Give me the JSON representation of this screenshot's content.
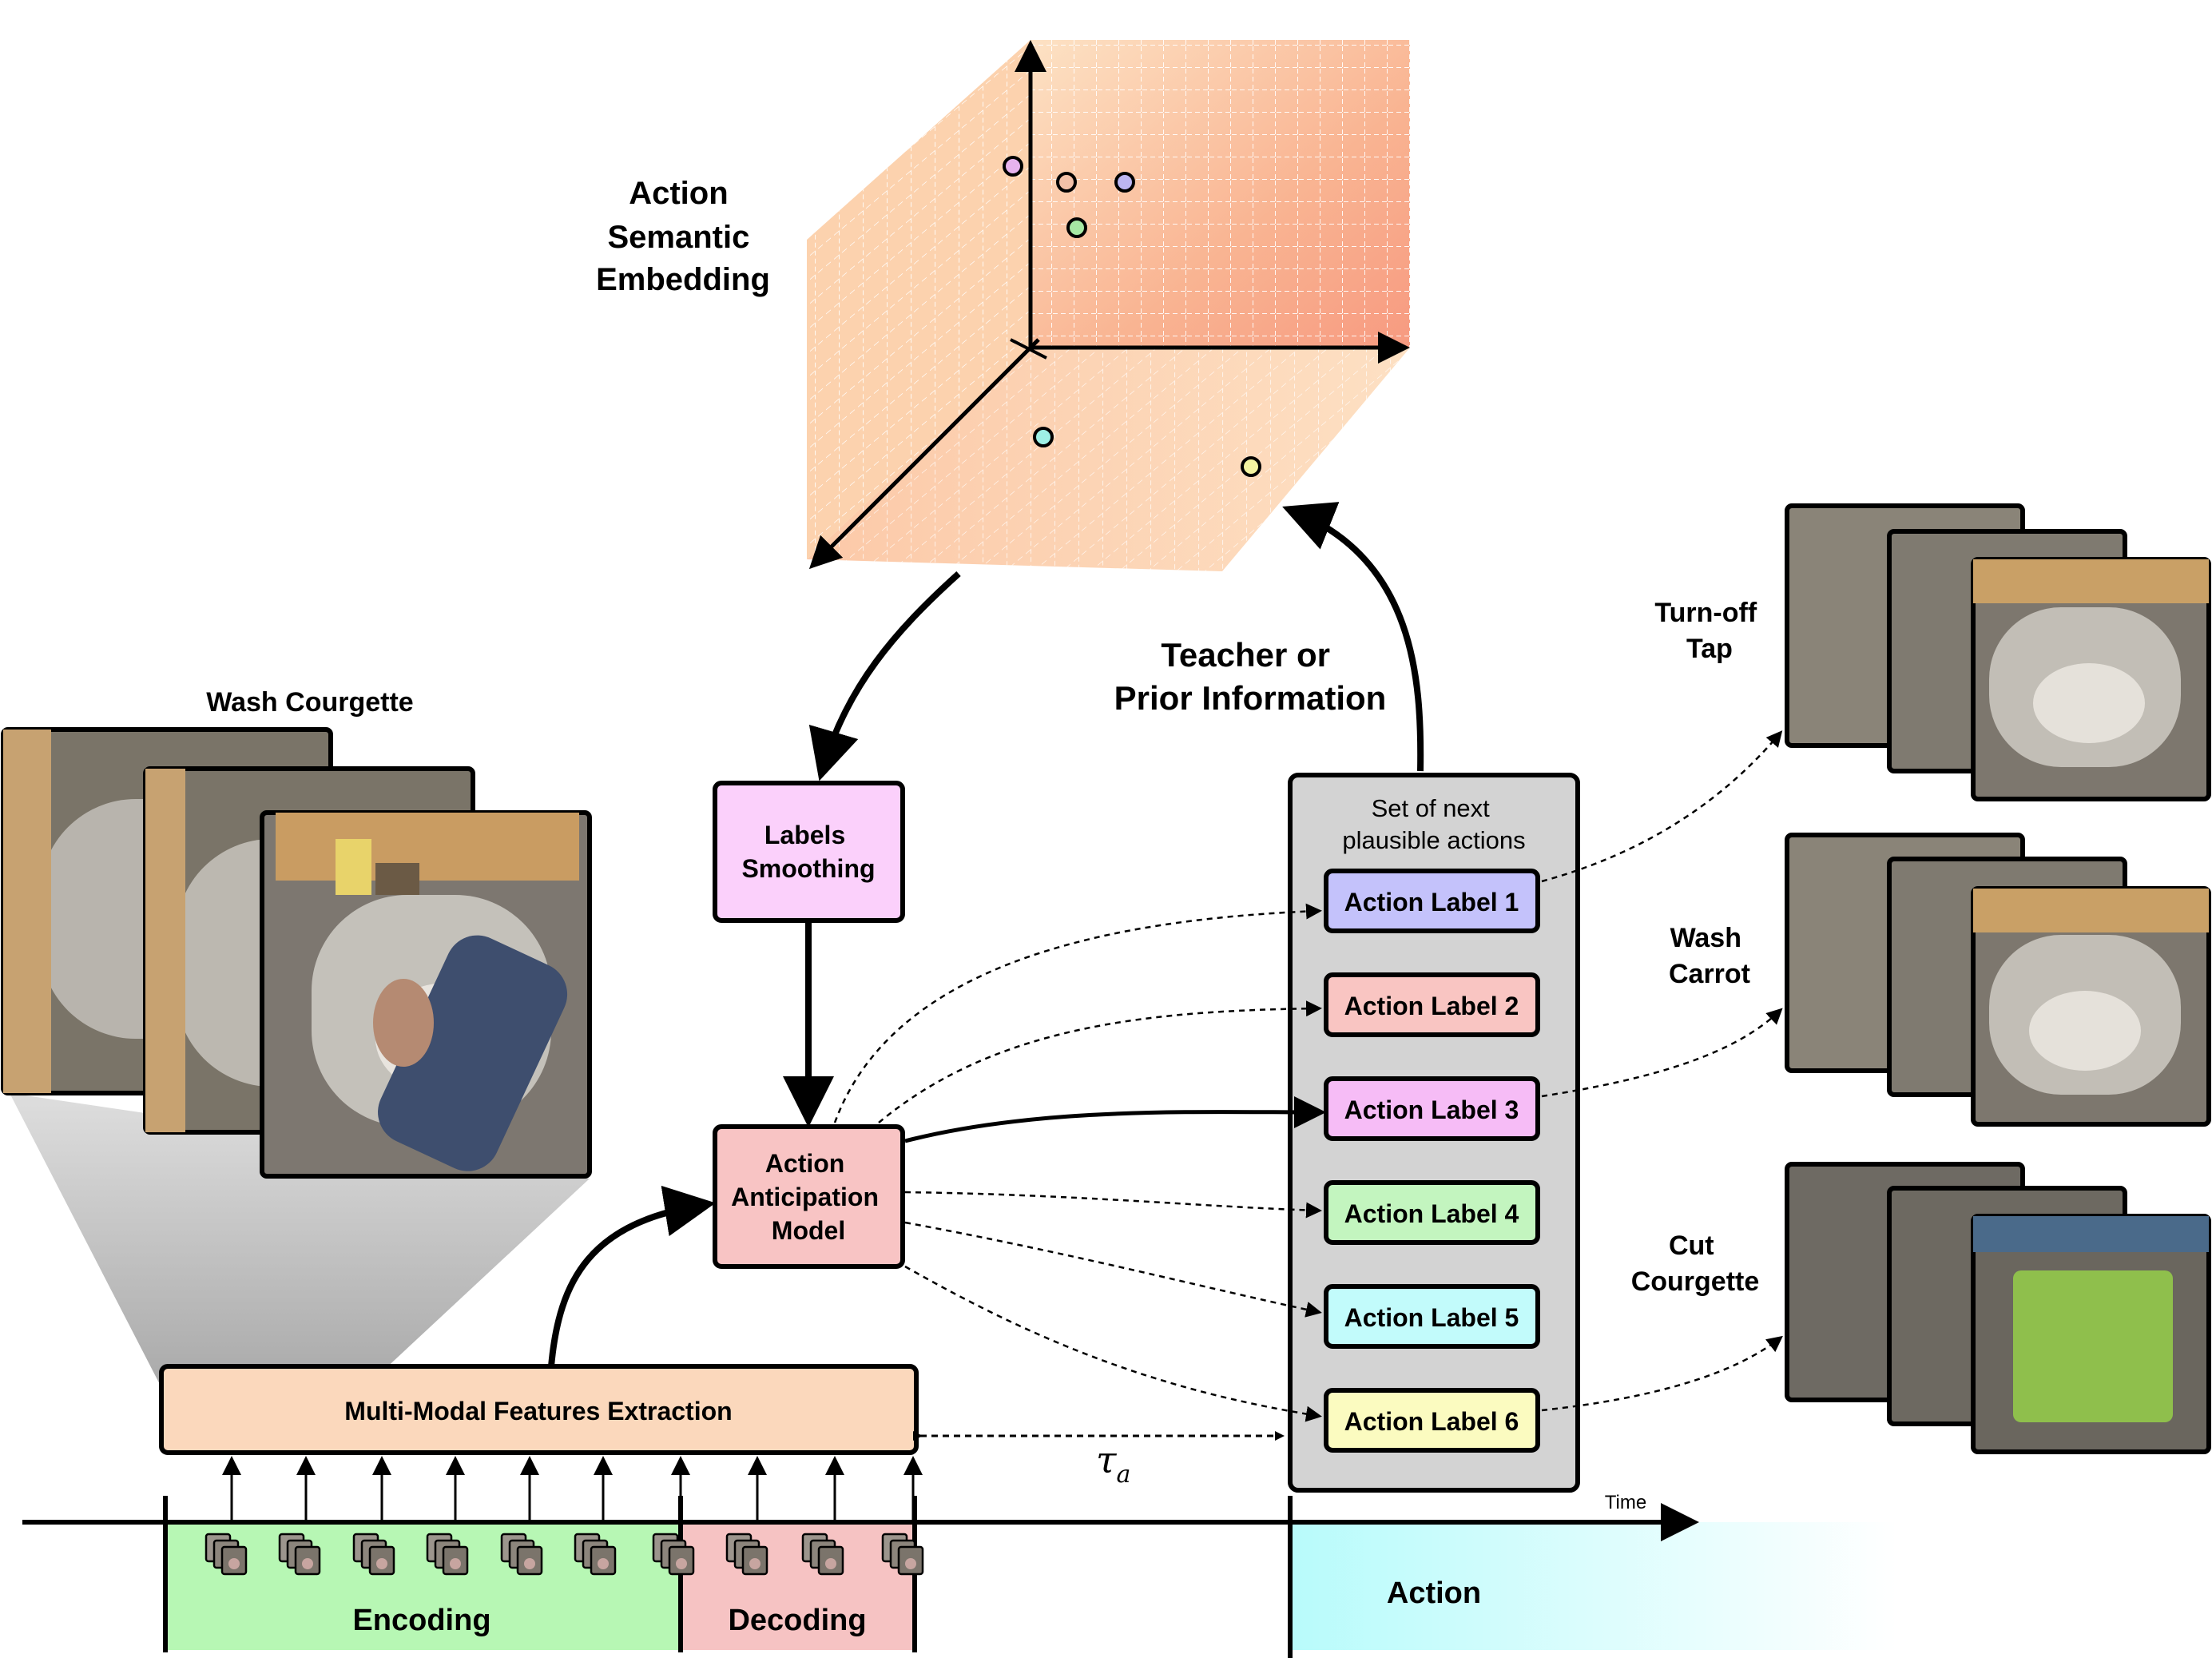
{
  "embedding": {
    "title_lines": [
      "Action",
      "Semantic",
      "Embedding"
    ],
    "point_colors": [
      "#e7b3ee",
      "#f3c1a8",
      "#bcb6f2",
      "#a6e8a4",
      "#9ef0e6",
      "#f3f3a0"
    ]
  },
  "teacher": {
    "lines": [
      "Teacher or",
      "Prior Information"
    ]
  },
  "labels_smoothing": {
    "lines": [
      "Labels",
      "Smoothing"
    ]
  },
  "model": {
    "lines": [
      "Action",
      "Anticipation",
      "Model"
    ]
  },
  "features": {
    "label": "Multi-Modal Features Extraction"
  },
  "input_clip": {
    "caption": "Wash Courgette"
  },
  "panel": {
    "title_lines": [
      "Set of next",
      "plausible actions"
    ],
    "labels": [
      {
        "text": "Action Label 1",
        "color": "#c4c2fb"
      },
      {
        "text": "Action Label 2",
        "color": "#f9c5c2"
      },
      {
        "text": "Action Label 3",
        "color": "#f6bcf6"
      },
      {
        "text": "Action Label 4",
        "color": "#c3f5bf"
      },
      {
        "text": "Action Label 5",
        "color": "#c2fbfb"
      },
      {
        "text": "Action Label 6",
        "color": "#fbfbc0"
      }
    ]
  },
  "outcomes": [
    {
      "lines": [
        "Turn-off",
        "Tap"
      ]
    },
    {
      "lines": [
        "Wash",
        "Carrot"
      ]
    },
    {
      "lines": [
        "Cut",
        "Courgette"
      ]
    }
  ],
  "timeline": {
    "time_label": "Time",
    "encoding_label": "Encoding",
    "decoding_label": "Decoding",
    "action_label": "Action",
    "tau": "τ",
    "tau_sub": "a"
  },
  "colors": {
    "encoding": "#b7f7b4",
    "decoding": "#f6c3c3",
    "action_gradient": "#b8fbfb",
    "features": "#fbd8bc",
    "labels_smoothing": "#fbd0fb",
    "model": "#f8c4c4",
    "panel": "#d3d3d3"
  }
}
